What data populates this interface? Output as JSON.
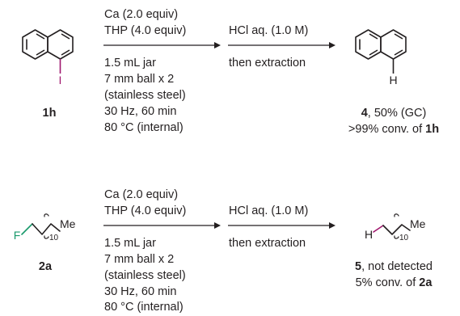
{
  "reaction1": {
    "substrate_label": "1h",
    "substrate_atom": "I",
    "step1_reagents": [
      "Ca (2.0 equiv)",
      "THP (4.0 equiv)"
    ],
    "step1_conditions": [
      "1.5 mL jar",
      "7 mm ball x 2",
      "(stainless steel)",
      "30 Hz, 60 min",
      "80 °C (internal)"
    ],
    "step2_reagent": "HCl aq. (1.0 M)",
    "step2_condition": "then extraction",
    "product_atom": "H",
    "product_label": "4",
    "product_yield": ", 50% (GC)",
    "conversion_prefix": ">99% conv. of ",
    "conversion_label": "1h"
  },
  "reaction2": {
    "substrate_label": "2a",
    "substrate_atom": "F",
    "chain_subscript": "10",
    "chain_end": "Me",
    "step1_reagents": [
      "Ca (2.0 equiv)",
      "THP (4.0 equiv)"
    ],
    "step1_conditions": [
      "1.5 mL jar",
      "7 mm ball x 2",
      "(stainless steel)",
      "30 Hz, 60 min",
      "80 °C (internal)"
    ],
    "step2_reagent": "HCl aq. (1.0 M)",
    "step2_condition": "then extraction",
    "product_atom": "H",
    "product_chain_subscript": "10",
    "product_chain_end": "Me",
    "product_label": "5",
    "product_yield": ", not detected",
    "conversion_prefix": "5% conv. of ",
    "conversion_label": "2a"
  },
  "colors": {
    "iodine": "#a0186e",
    "fluorine": "#1a9a6c",
    "text": "#231f20"
  }
}
